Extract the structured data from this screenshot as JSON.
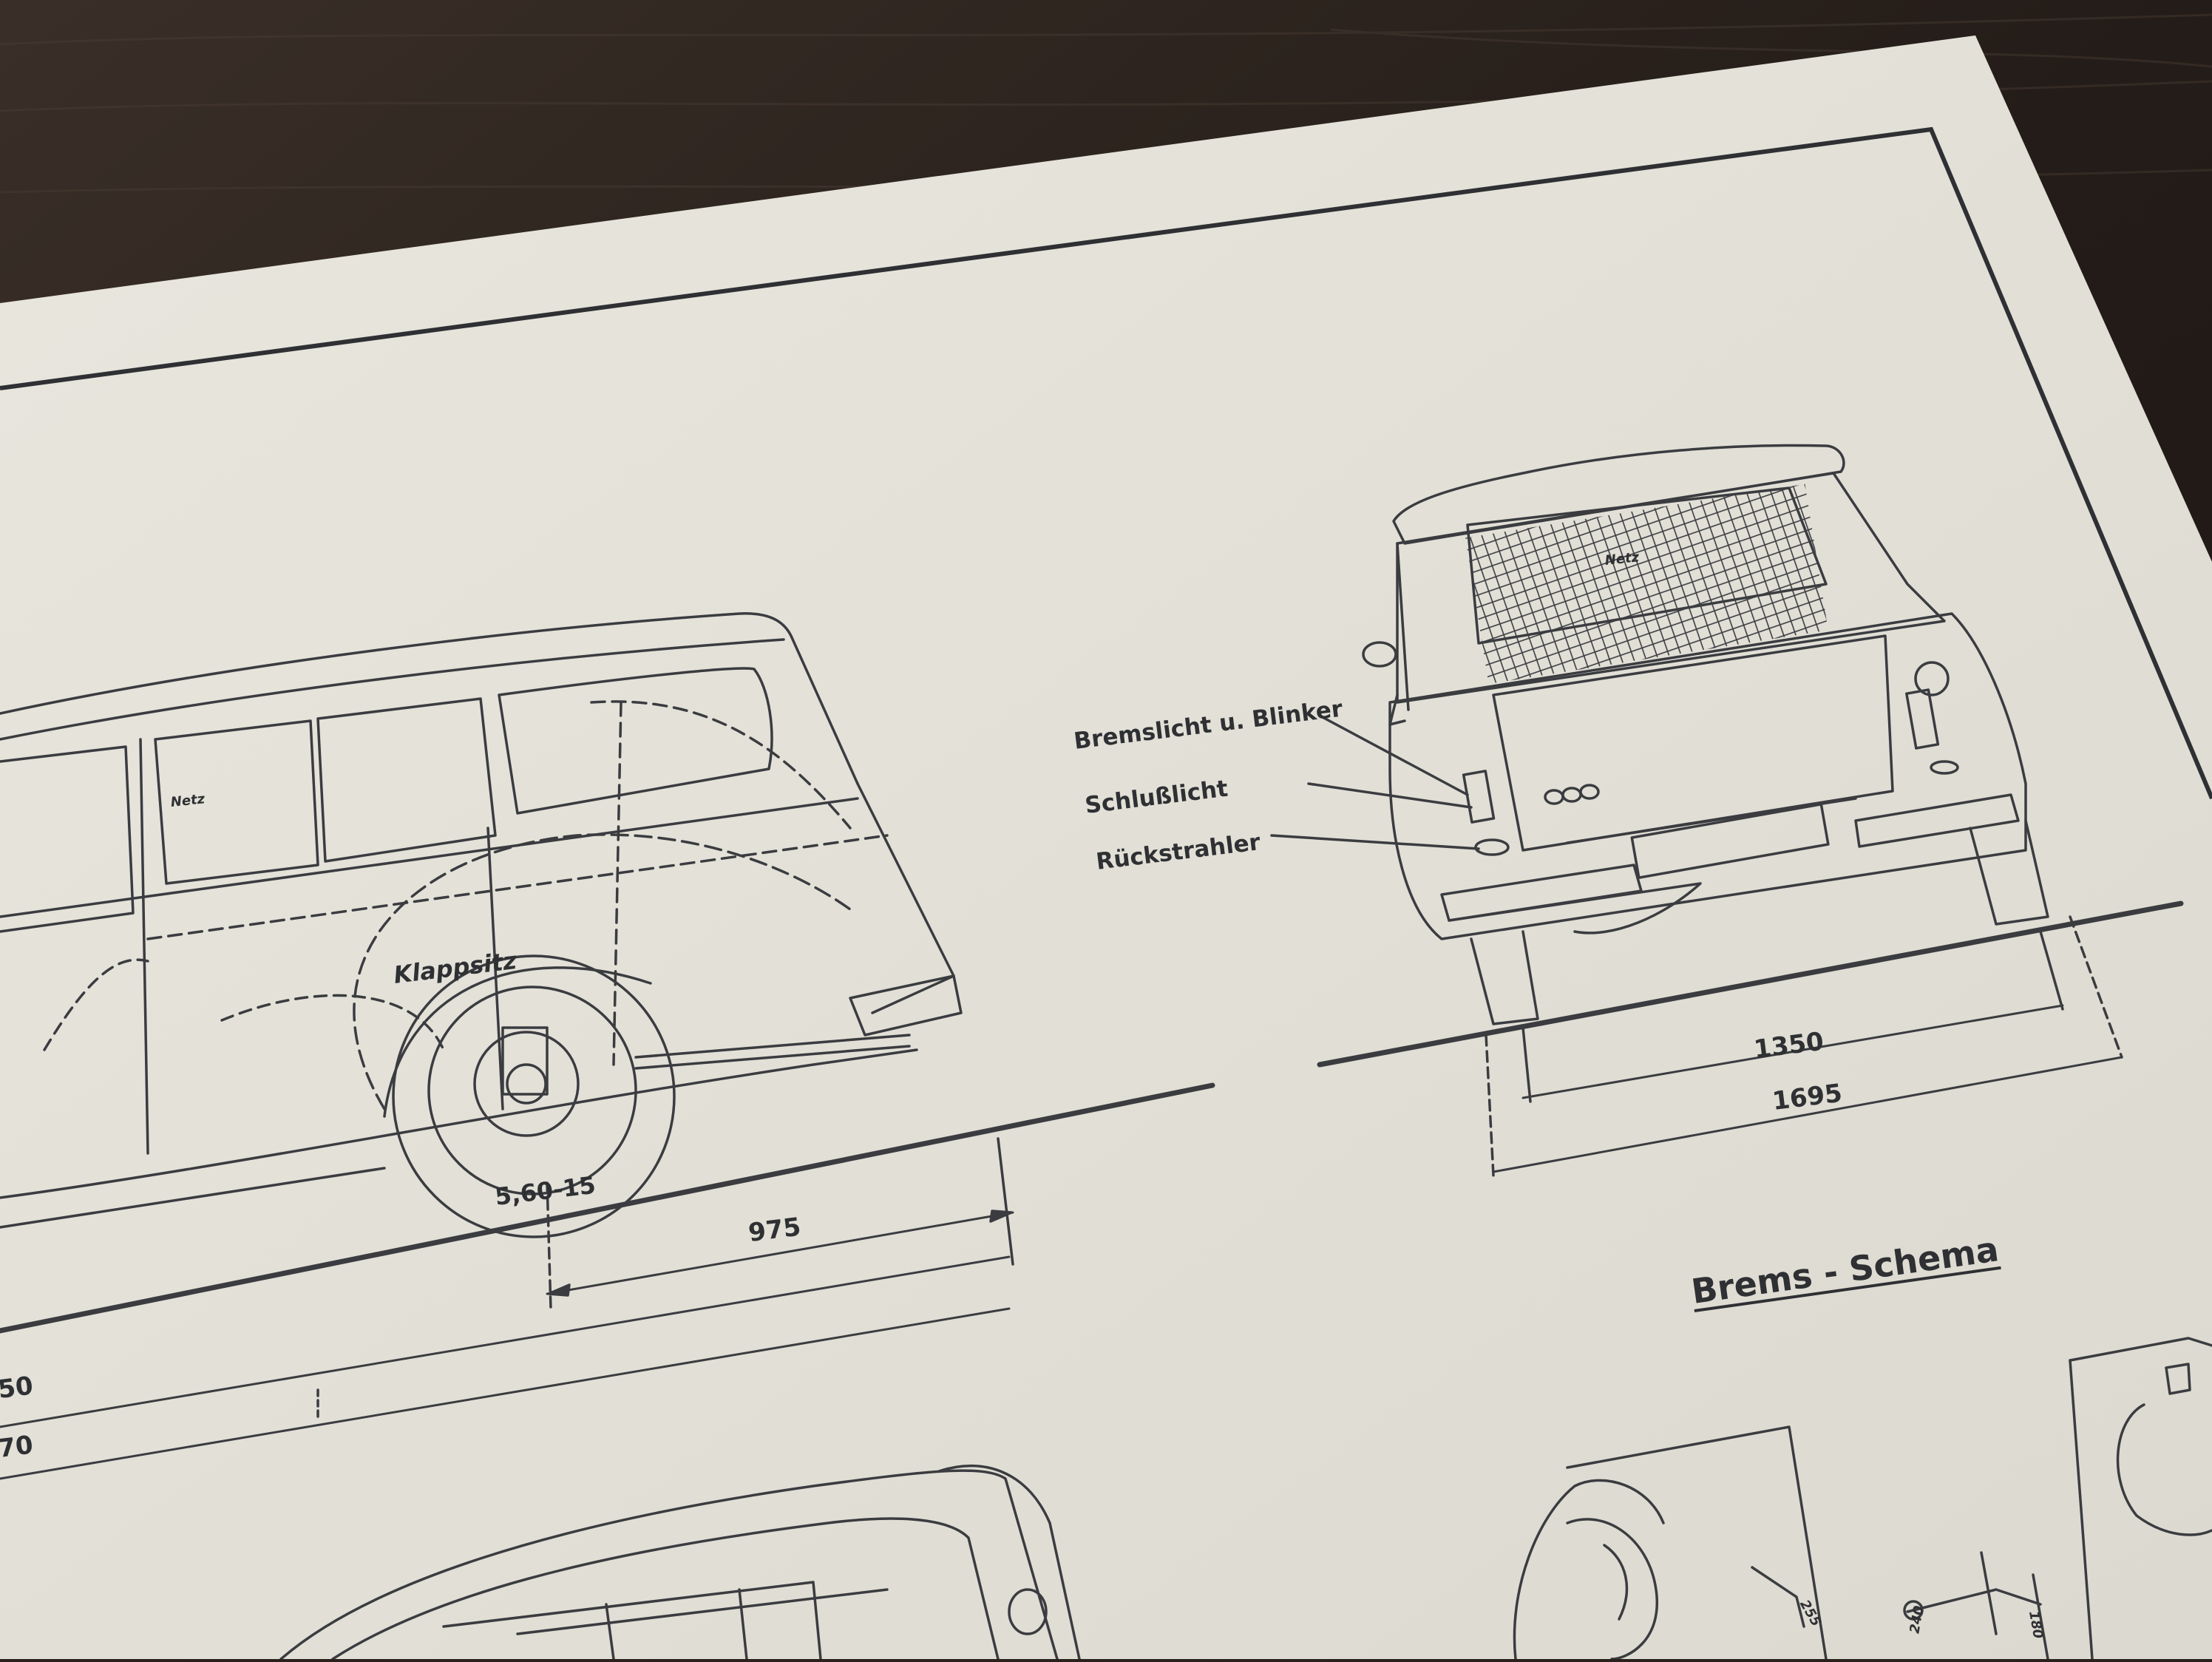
{
  "image": {
    "description_labels": {
      "callouts": [
        "Bremslicht u. Blinker",
        "Schlußlicht",
        "Rückstrahler"
      ],
      "side_note": "Klappsitz",
      "tire_size": "5,60-15",
      "net_label_side": "Netz",
      "net_label_rear": "Netz"
    },
    "dimensions": {
      "rear_overhang": "975",
      "track": "1350",
      "overall_width": "1695",
      "partial_length_1": "50",
      "partial_length_2": "70"
    },
    "section_title": "Brems - Schema",
    "brake_dims": [
      "255",
      "180",
      "240"
    ],
    "colors": {
      "table": "#2a211c",
      "paper": "#e4e2d8",
      "ink": "#2e3033"
    }
  }
}
